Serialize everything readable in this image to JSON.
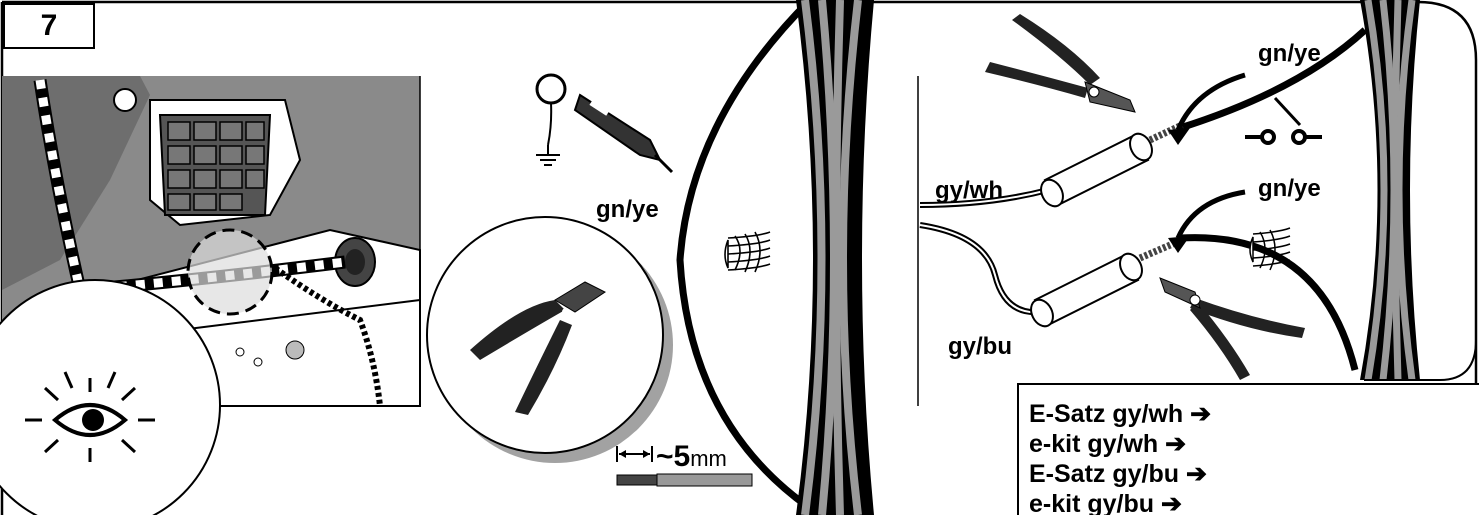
{
  "step": {
    "number": "7"
  },
  "labels": {
    "tester_wire": "gn/ye",
    "top_wire": "gn/ye",
    "mid_wire": "gn/ye",
    "gy_wh": "gy/wh",
    "gy_bu": "gy/bu"
  },
  "measure": {
    "approx": "~5",
    "unit": "mm"
  },
  "legend": {
    "rows": [
      {
        "text": "E-Satz gy/wh",
        "arrow": "➔"
      },
      {
        "text": "e-kit gy/wh",
        "arrow": "➔"
      },
      {
        "text": "E-Satz gy/bu",
        "arrow": "➔"
      },
      {
        "text": "e-kit gy/bu",
        "arrow": "➔"
      }
    ]
  },
  "icons": [
    "eye-icon",
    "side-cutter-icon",
    "voltage-tester-icon",
    "ground-symbol-icon",
    "crimp-pliers-icon",
    "switch-symbol-icon",
    "headlight-symbol-icon"
  ],
  "colors": {
    "panel_gray": "#8a8a8a",
    "dark_gray": "#6e6e6e",
    "wire_gray": "#9a9a9a",
    "ink": "#000000"
  }
}
